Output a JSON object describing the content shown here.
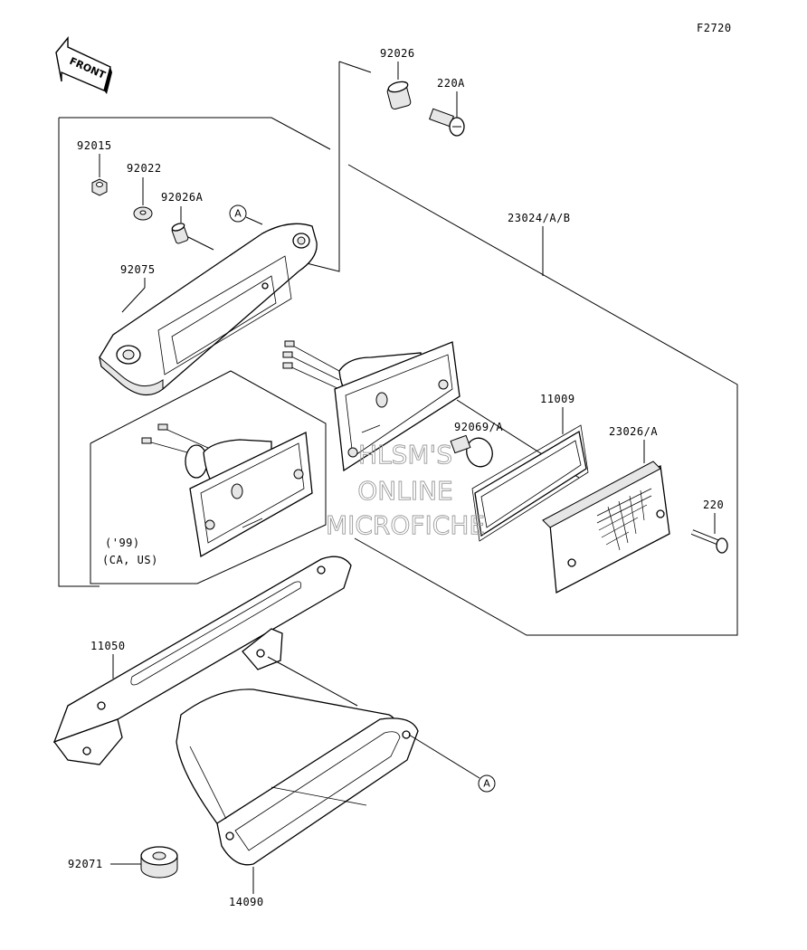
{
  "figure_code": "F2720",
  "front_label": "FRONT",
  "watermark": [
    "HLSM'S",
    "ONLINE",
    "MICROFICHE"
  ],
  "variant_note": [
    "('99)",
    "(CA, US)"
  ],
  "reference_marker": "A",
  "parts": {
    "p92026": "92026",
    "p220A": "220A",
    "p92015": "92015",
    "p92022": "92022",
    "p92026A": "92026A",
    "p92075": "92075",
    "p23024": "23024/A/B",
    "p11009": "11009",
    "p92069": "92069/A",
    "p23026": "23026/A",
    "p220": "220",
    "p11050": "11050",
    "p92071": "92071",
    "p14090": "14090"
  }
}
